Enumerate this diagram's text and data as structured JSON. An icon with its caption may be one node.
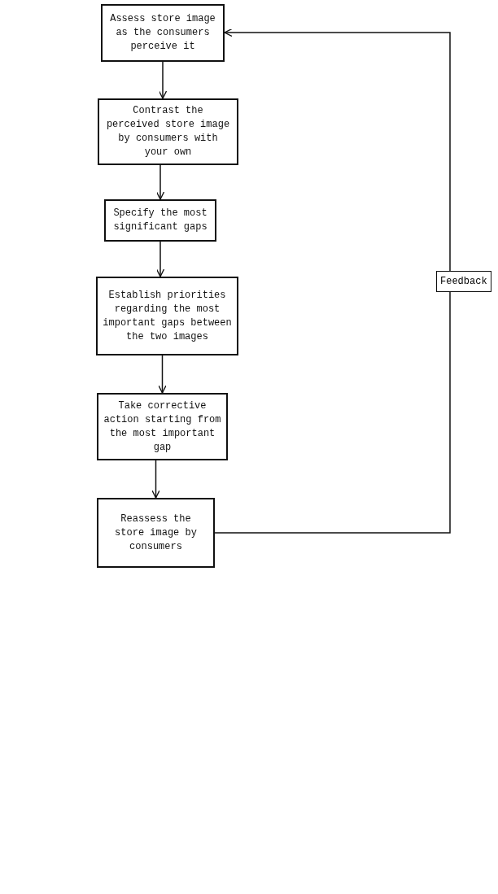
{
  "diagram": {
    "nodes": [
      {
        "text": [
          "Assess store image as the consumers perceive it"
        ]
      },
      {
        "text": [
          "Contrast the perceived store image by consumers with your own"
        ]
      },
      {
        "text": [
          "Specify the most significant gaps"
        ]
      },
      {
        "text": [
          "Establish priorities regarding the most important gaps between the two images"
        ]
      },
      {
        "text": [
          "Take corrective action starting from the most important gap"
        ]
      },
      {
        "text": [
          "Reassess the store image by consumers"
        ]
      }
    ],
    "edges": [
      {
        "from": 0,
        "to": 1,
        "arrow": "to"
      },
      {
        "from": 1,
        "to": 2,
        "arrow": "to"
      },
      {
        "from": 2,
        "to": 3,
        "arrow": "to"
      },
      {
        "from": 3,
        "to": 4,
        "arrow": "to"
      },
      {
        "from": 4,
        "to": 5,
        "arrow": "to"
      },
      {
        "from": 5,
        "to": 0,
        "arrow": "to",
        "label": "Feedback"
      }
    ]
  }
}
